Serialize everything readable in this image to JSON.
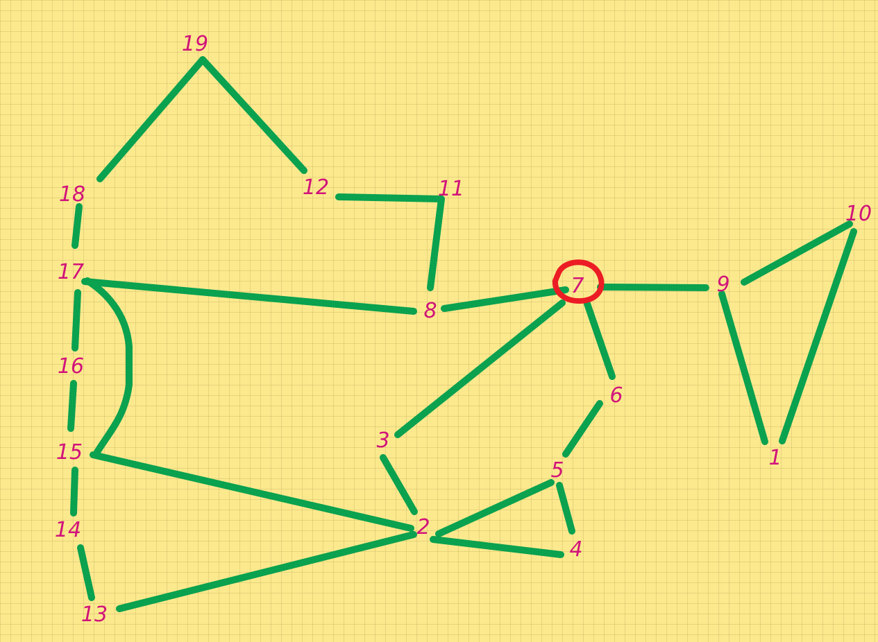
{
  "graph": {
    "nodes": [
      {
        "id": "1",
        "label": "1"
      },
      {
        "id": "2",
        "label": "2"
      },
      {
        "id": "3",
        "label": "3"
      },
      {
        "id": "4",
        "label": "4"
      },
      {
        "id": "5",
        "label": "5"
      },
      {
        "id": "6",
        "label": "6"
      },
      {
        "id": "7",
        "label": "7"
      },
      {
        "id": "8",
        "label": "8"
      },
      {
        "id": "9",
        "label": "9"
      },
      {
        "id": "10",
        "label": "10"
      },
      {
        "id": "11",
        "label": "11"
      },
      {
        "id": "12",
        "label": "12"
      },
      {
        "id": "13",
        "label": "13"
      },
      {
        "id": "14",
        "label": "14"
      },
      {
        "id": "15",
        "label": "15"
      },
      {
        "id": "16",
        "label": "16"
      },
      {
        "id": "17",
        "label": "17"
      },
      {
        "id": "18",
        "label": "18"
      },
      {
        "id": "19",
        "label": "19"
      }
    ],
    "edges": [
      {
        "from": "19",
        "to": "18",
        "shape": "straight"
      },
      {
        "from": "19",
        "to": "12",
        "shape": "straight"
      },
      {
        "from": "12",
        "to": "11",
        "shape": "straight"
      },
      {
        "from": "11",
        "to": "8",
        "shape": "straight"
      },
      {
        "from": "18",
        "to": "17",
        "shape": "straight"
      },
      {
        "from": "17",
        "to": "8",
        "shape": "straight"
      },
      {
        "from": "17",
        "to": "16",
        "shape": "straight"
      },
      {
        "from": "17",
        "to": "15",
        "shape": "curved"
      },
      {
        "from": "16",
        "to": "15",
        "shape": "straight"
      },
      {
        "from": "15",
        "to": "14",
        "shape": "straight"
      },
      {
        "from": "15",
        "to": "2",
        "shape": "straight"
      },
      {
        "from": "14",
        "to": "13",
        "shape": "straight"
      },
      {
        "from": "13",
        "to": "2",
        "shape": "straight"
      },
      {
        "from": "8",
        "to": "7",
        "shape": "straight"
      },
      {
        "from": "7",
        "to": "9",
        "shape": "straight"
      },
      {
        "from": "7",
        "to": "3",
        "shape": "straight"
      },
      {
        "from": "7",
        "to": "6",
        "shape": "straight"
      },
      {
        "from": "9",
        "to": "10",
        "shape": "straight"
      },
      {
        "from": "9",
        "to": "1",
        "shape": "straight"
      },
      {
        "from": "10",
        "to": "1",
        "shape": "straight"
      },
      {
        "from": "6",
        "to": "5",
        "shape": "straight"
      },
      {
        "from": "5",
        "to": "2",
        "shape": "straight"
      },
      {
        "from": "5",
        "to": "4",
        "shape": "straight"
      },
      {
        "from": "3",
        "to": "2",
        "shape": "straight"
      },
      {
        "from": "2",
        "to": "4",
        "shape": "straight"
      }
    ],
    "highlighted_node": "7",
    "colors": {
      "background": "#fce98e",
      "grid": "#d9c472",
      "edge": "#0aa14f",
      "label": "#d1137a",
      "highlight": "#ec1c24"
    }
  }
}
